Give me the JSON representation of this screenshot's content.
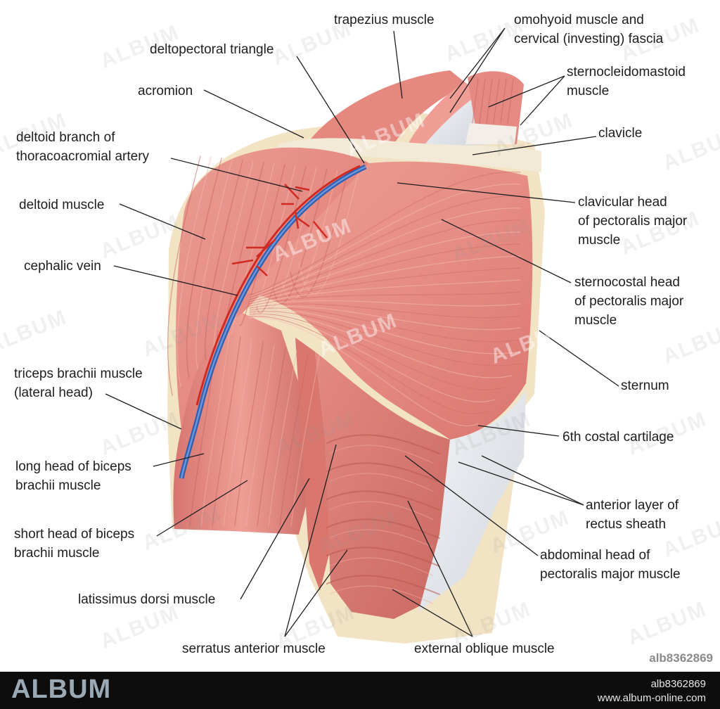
{
  "diagram": {
    "labels": {
      "trapezius": "trapezius muscle",
      "omohyoid": "omohyoid muscle and\ncervical (investing) fascia",
      "deltopectoral": "deltopectoral triangle",
      "scm": "sternocleidomastoid\nmuscle",
      "acromion": "acromion",
      "clavicle": "clavicle",
      "deltoid_branch": "deltoid branch of\nthoracoacromial artery",
      "deltoid_muscle": "deltoid muscle",
      "clav_head": "clavicular head\nof pectoralis major\nmuscle",
      "cephalic": "cephalic vein",
      "sternocostal": "sternocostal head\nof pectoralis major\nmuscle",
      "sternum": "sternum",
      "triceps": "triceps brachii muscle\n(lateral head)",
      "costal": "6th costal cartilage",
      "long_biceps": "long head of biceps\nbrachii muscle",
      "rectus": "anterior layer of\nrectus sheath",
      "short_biceps": "short head of biceps\nbrachii muscle",
      "abdominal": "abdominal head of\npectoralis major muscle",
      "latissimus": "latissimus dorsi muscle",
      "serratus": "serratus anterior muscle",
      "external_oblique": "external oblique muscle"
    },
    "colors": {
      "muscle": "#e58e86",
      "muscle_light": "#f3b8ae",
      "muscle_dark": "#c9655f",
      "bone": "#f2ead6",
      "fascia": "#e8ecf0",
      "vein": "#3f6fc0",
      "artery": "#d12a22"
    }
  },
  "watermark": {
    "text": "ALBUM"
  },
  "image_id": "alb8362869",
  "footer": {
    "brand": "ALBUM",
    "id": "alb8362869",
    "url": "www.album-online.com"
  }
}
